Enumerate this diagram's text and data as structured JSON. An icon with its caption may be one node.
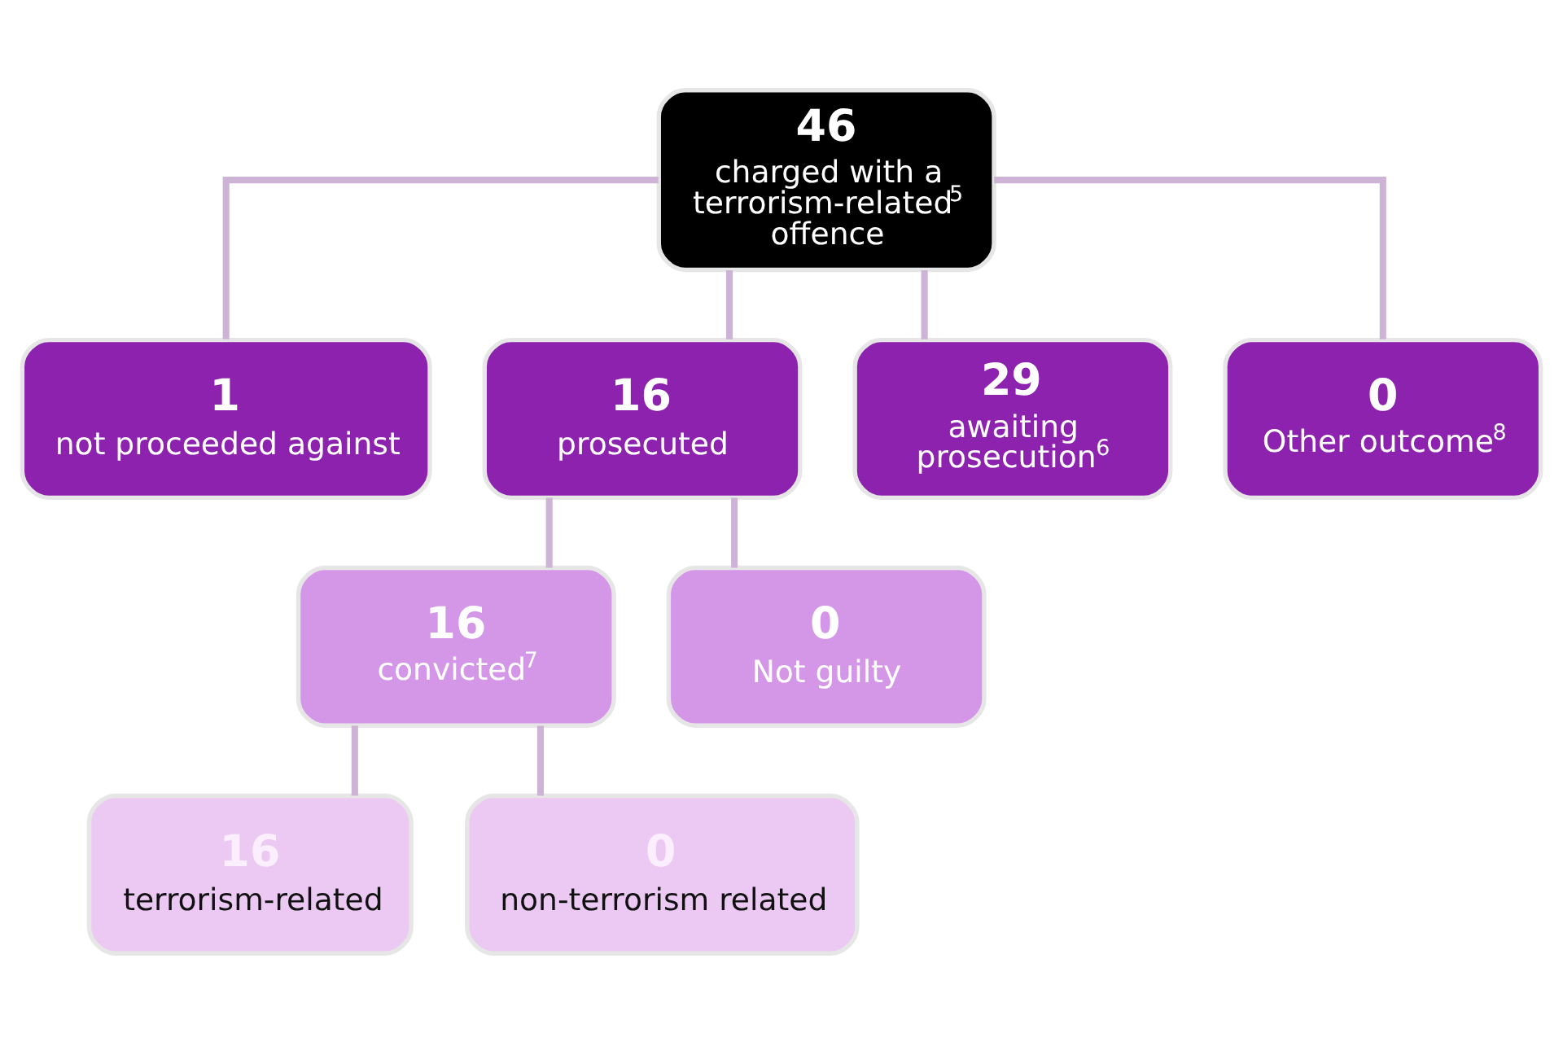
{
  "diagram": {
    "nodes": [
      {
        "text": [
          "46",
          "charged with a terrorism-related$^{5}$ offence"
        ]
      },
      {
        "text": [
          "1",
          "not proceeded against"
        ]
      },
      {
        "text": [
          "16",
          "prosecuted"
        ]
      },
      {
        "text": [
          "29",
          "awaiting prosecution$^{6}$"
        ]
      },
      {
        "text": [
          "0",
          "Other outcome$^{8}$"
        ]
      },
      {
        "text": [
          "16",
          "convicted$^{7}$"
        ]
      },
      {
        "text": [
          "0",
          "Not guilty"
        ]
      },
      {
        "text": [
          "16",
          "terrorism-related"
        ]
      },
      {
        "text": [
          "0",
          "non-terrorism related"
        ]
      }
    ],
    "edges": [
      {
        "from": 0,
        "to": 1,
        "arrow": "none"
      },
      {
        "from": 0,
        "to": 2,
        "arrow": "none"
      },
      {
        "from": 0,
        "to": 3,
        "arrow": "none"
      },
      {
        "from": 0,
        "to": 4,
        "arrow": "none"
      },
      {
        "from": 2,
        "to": 5,
        "arrow": "none"
      },
      {
        "from": 2,
        "to": 6,
        "arrow": "none"
      },
      {
        "from": 5,
        "to": 7,
        "arrow": "none"
      },
      {
        "from": 5,
        "to": 8,
        "arrow": "none"
      }
    ]
  }
}
